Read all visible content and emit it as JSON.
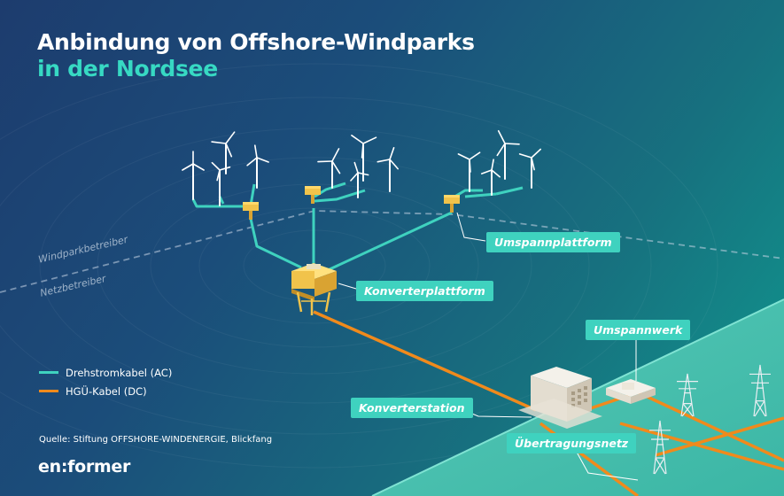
{
  "title": {
    "line1": "Anbindung von Offshore-Windparks",
    "line2": "in der Nordsee"
  },
  "zones": {
    "operator": "Windparkbetreiber",
    "grid": "Netzbetreiber"
  },
  "callouts": {
    "umspannplattform": "Umspannplattform",
    "konverterplattform": "Konverterplattform",
    "umspannwerk": "Umspannwerk",
    "konverterstation": "Konverterstation",
    "uebertragungsnetz": "Übertragungsnetz"
  },
  "legend": [
    {
      "label": "Drehstromkabel (AC)",
      "color": "#3fd2bf"
    },
    {
      "label": "HGÜ-Kabel (DC)",
      "color": "#f08a1c"
    }
  ],
  "source": "Quelle: Stiftung OFFSHORE-WINDENERGIE, Blickfang",
  "logo": "en:former",
  "colors": {
    "ac_cable": "#3fd2bf",
    "dc_cable": "#f08a1c",
    "platform": "#f1c34b",
    "land": "#4fc3b1"
  }
}
